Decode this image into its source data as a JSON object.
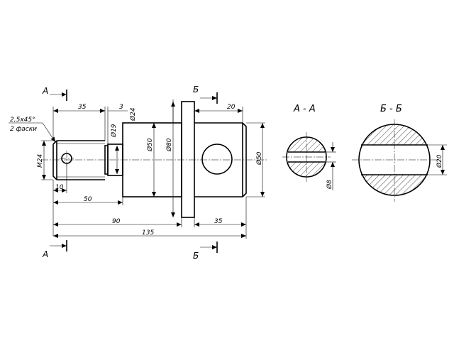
{
  "drawing": {
    "section_labels": {
      "a_left_top": "А",
      "a_left_bottom": "А",
      "b_top": "Б",
      "b_bottom": "Б"
    },
    "views": {
      "section_a_title": "А - А",
      "section_b_title": "Б - Б"
    },
    "dimensions": {
      "d35_top": "35",
      "d3": "3",
      "d24": "Ø24",
      "d20_top": "20",
      "chamfer": "2,5x45°",
      "chamfer_note": "2 фаски",
      "m24": "M24",
      "d19": "Ø19",
      "d50_left": "Ø50",
      "d80": "Ø80",
      "d50_right": "Ø50",
      "d10": "10",
      "d50_len": "50",
      "d90": "90",
      "d35_bottom": "35",
      "d135": "135",
      "d8": "Ø8",
      "d20_right": "Ø20"
    }
  }
}
